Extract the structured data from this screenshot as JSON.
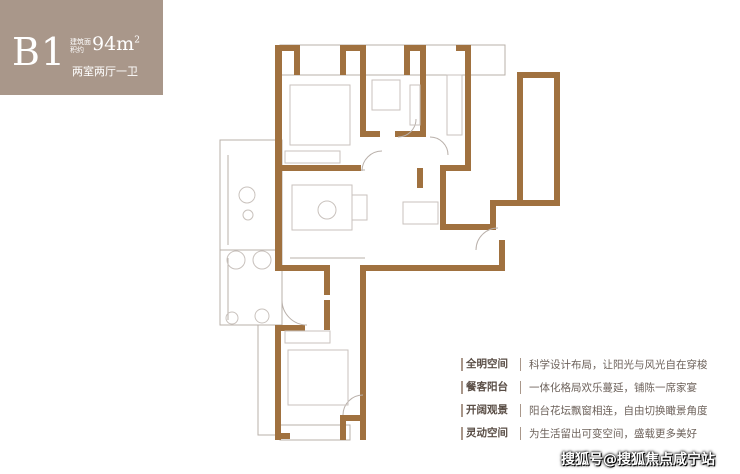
{
  "unit": {
    "code": "B1",
    "area_label": "建筑面积约",
    "area_value": "94m",
    "area_unit_sup": "2",
    "layout": "两室两厅一卫"
  },
  "features": [
    {
      "title": "全明空间",
      "desc": "科学设计布局，让阳光与风光自在穿梭"
    },
    {
      "title": "餐客阳台",
      "desc": "一体化格局欢乐蔓延，铺陈一席家宴"
    },
    {
      "title": "开阔观景",
      "desc": "阳台花坛飘窗相连，自由切换瞰景角度"
    },
    {
      "title": "灵动空间",
      "desc": "为生活留出可变空间，盛载更多美好"
    }
  ],
  "watermark": "搜狐号@搜狐焦点咸宁站",
  "colors": {
    "band": "#a9978a",
    "wall": "#a0713f",
    "line": "#b9b0aa",
    "furniture": "#c9c2bd"
  }
}
